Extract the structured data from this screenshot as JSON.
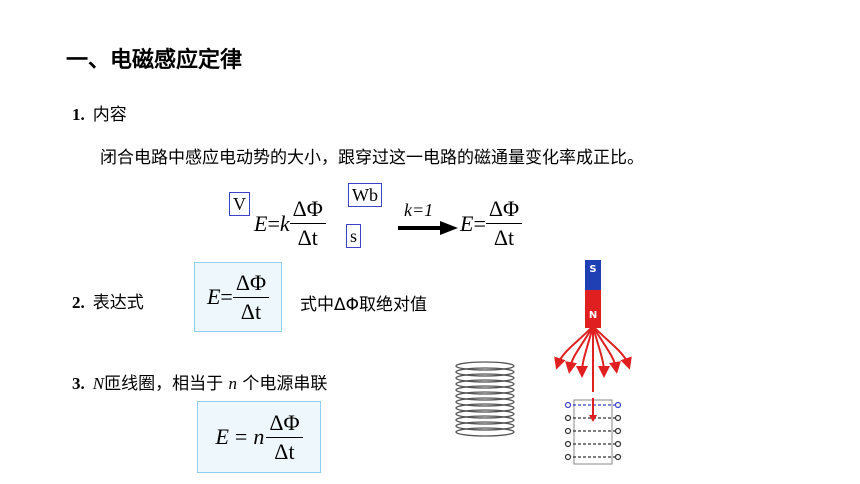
{
  "title": "一、电磁感应定律",
  "s1": {
    "num": "1.",
    "label": "内容",
    "text": "闭合电路中感应电动势的大小，跟穿过这一电路的磁通量变化率成正比。"
  },
  "eq1": {
    "lhs": "E",
    "eq": "=",
    "k": "k",
    "delta_phi": "ΔΦ",
    "delta_t": "Δt",
    "unit_v": "V",
    "unit_wb": "Wb",
    "unit_s": "s",
    "arrow_label": "k=1",
    "rhs_e": "E",
    "rhs_eq": "=",
    "rhs_num": "ΔΦ",
    "rhs_den": "Δt"
  },
  "s2": {
    "num": "2.",
    "label": "表达式",
    "note": "式中ΔΦ取绝对值",
    "f_e": "E",
    "f_eq": "=",
    "f_num": "ΔΦ",
    "f_den": "Δt"
  },
  "s3": {
    "num": "3.",
    "N": "N",
    "label_a": "匝线圈，相当于",
    "n": "n",
    "label_b": "个电源串联",
    "f_e": "E",
    "f_eq": "=",
    "f_n": "n",
    "f_num": "ΔΦ",
    "f_den": "Δt"
  },
  "magnet": {
    "top": "S",
    "bottom": "N",
    "color_top": "#1f3fb5",
    "color_bottom": "#e02020",
    "field_color": "#e02020"
  }
}
